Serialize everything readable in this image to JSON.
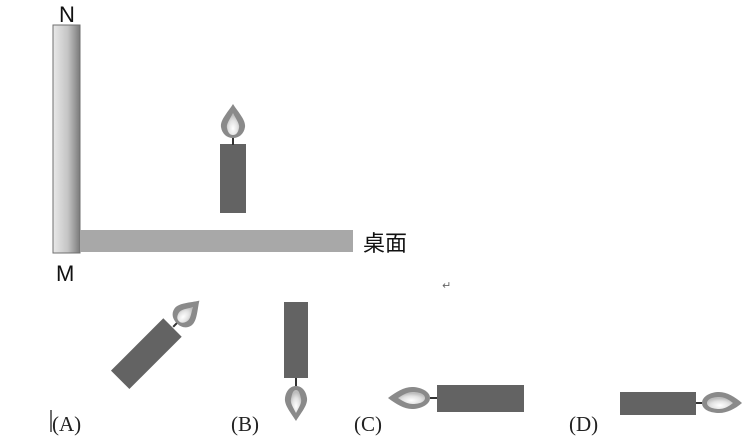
{
  "main_figure": {
    "wall_top_label": "N",
    "wall_bottom_label": "M",
    "table_label": "桌面",
    "return_mark": "↵"
  },
  "options": [
    {
      "label": "(A)"
    },
    {
      "label": "(B)"
    },
    {
      "label": "(C)"
    },
    {
      "label": "(D)"
    }
  ],
  "colors": {
    "candle_body": "#636363",
    "table": "#a8a8a8",
    "mirror_light": "#e6e6e6",
    "mirror_dark": "#7f7f7f",
    "flame_outer": "#8a8a8a",
    "flame_inner": "#ededed"
  }
}
